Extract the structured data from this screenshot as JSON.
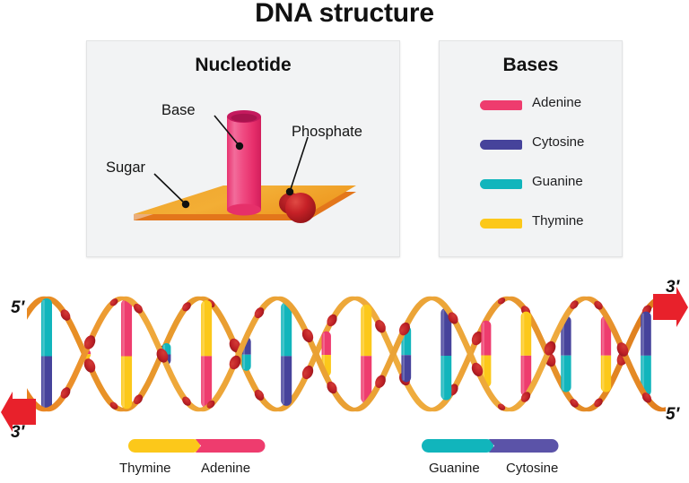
{
  "title": "DNA structure",
  "panels": {
    "nucleotide": {
      "title": "Nucleotide",
      "labels": {
        "base": "Base",
        "sugar": "Sugar",
        "phosphate": "Phosphate"
      },
      "colors": {
        "base_cylinder": "#EE3C7C",
        "base_cylinder_dark": "#C41A5E",
        "sugar_slab": "#F0A22A",
        "sugar_slab_edge": "#E3751C",
        "phosphate_sphere": "#C62127",
        "phosphate_sphere_dark": "#8E1418"
      }
    },
    "bases": {
      "title": "Bases",
      "items": [
        {
          "label": "Adenine",
          "color": "#EE3C6E"
        },
        {
          "label": "Cytosine",
          "color": "#46439B"
        },
        {
          "label": "Guanine",
          "color": "#11B5BC"
        },
        {
          "label": "Thymine",
          "color": "#FCC81A"
        }
      ]
    }
  },
  "helix": {
    "end_labels": {
      "top_left": "5′",
      "bottom_left": "3′",
      "top_right": "3′",
      "bottom_right": "5′"
    },
    "colors": {
      "ribbon_light": "#EDA93C",
      "ribbon_mid": "#E79A2E",
      "ribbon_dark": "#E0761E",
      "phosphate_dot": "#BE2026",
      "phosphate_dot_dark": "#9C1C21",
      "arrow": "#E8212B"
    },
    "base_pairs": [
      {
        "top": "Guanine",
        "bottom": "Cytosine"
      },
      {
        "top": "Adenine",
        "bottom": "Thymine"
      },
      {
        "top": "Adenine",
        "bottom": "Thymine"
      },
      {
        "top": "Guanine",
        "bottom": "Cytosine"
      },
      {
        "top": "Thymine",
        "bottom": "Adenine"
      },
      {
        "top": "Cytosine",
        "bottom": "Guanine"
      },
      {
        "top": "Guanine",
        "bottom": "Cytosine"
      },
      {
        "top": "Adenine",
        "bottom": "Thymine"
      },
      {
        "top": "Thymine",
        "bottom": "Adenine"
      },
      {
        "top": "Guanine",
        "bottom": "Cytosine"
      },
      {
        "top": "Cytosine",
        "bottom": "Guanine"
      },
      {
        "top": "Adenine",
        "bottom": "Thymine"
      },
      {
        "top": "Thymine",
        "bottom": "Adenine"
      },
      {
        "top": "Cytosine",
        "bottom": "Guanine"
      },
      {
        "top": "Adenine",
        "bottom": "Thymine"
      },
      {
        "top": "Cytosine",
        "bottom": "Guanine"
      }
    ]
  },
  "pair_legend": [
    {
      "left_label": "Thymine",
      "left_color": "#FCC81A",
      "right_label": "Adenine",
      "right_color": "#EE3C6E"
    },
    {
      "left_label": "Guanine",
      "left_color": "#11B5BC",
      "right_label": "Cytosine",
      "right_color": "#5B53A8"
    }
  ]
}
